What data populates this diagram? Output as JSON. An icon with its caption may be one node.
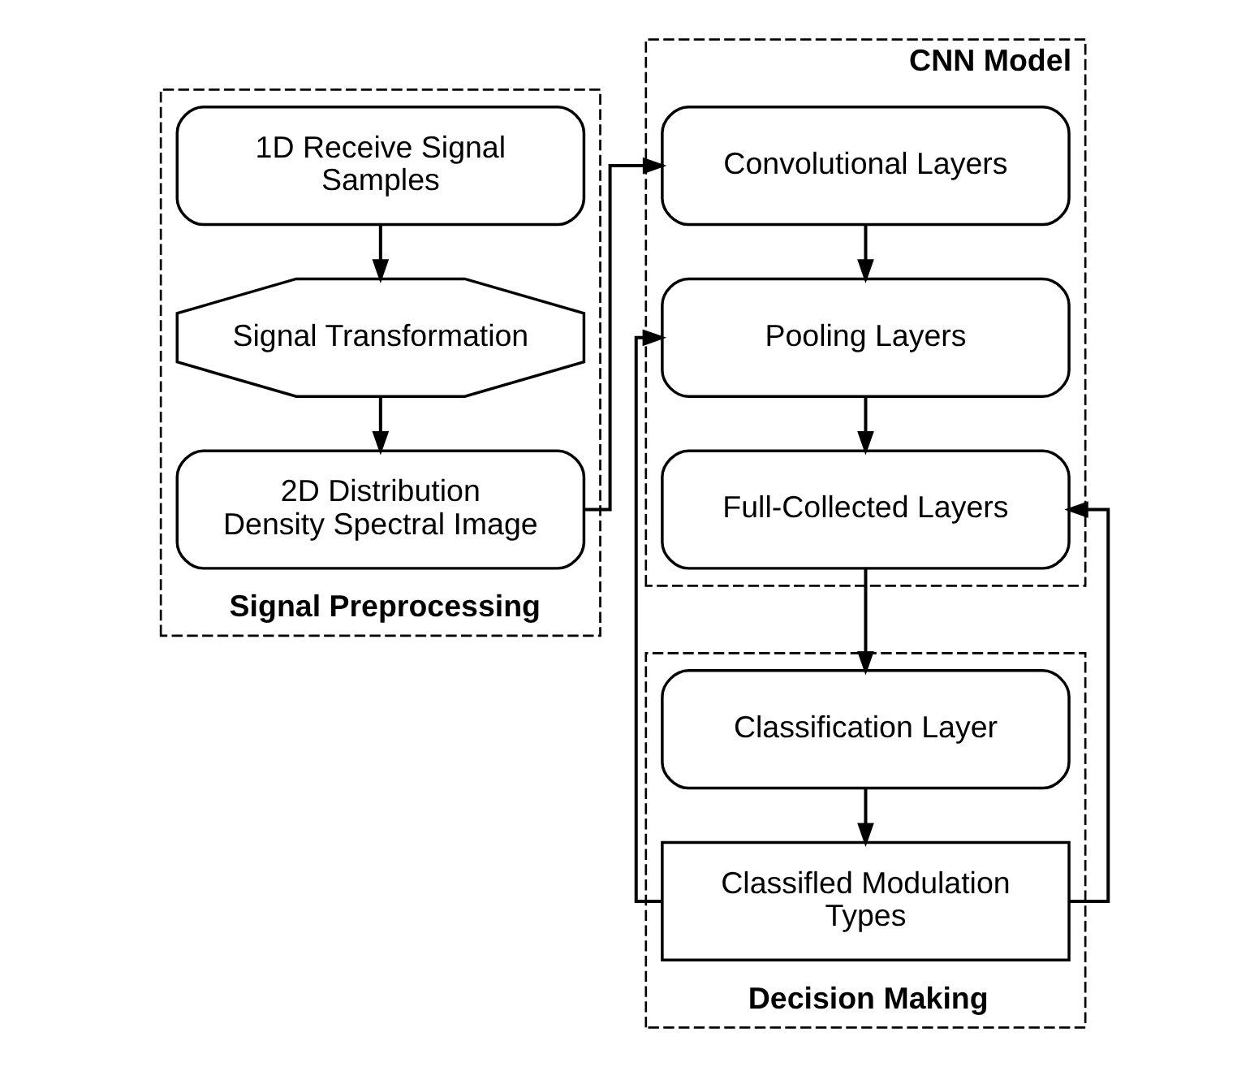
{
  "diagram": {
    "nodes": [
      {
        "text": [
          "Signal Preprocessing"
        ]
      },
      {
        "text": [
          "1D Receive Signal Samples"
        ],
        "in": 0
      },
      {
        "text": [
          "Signal Transformation"
        ],
        "in": 0
      },
      {
        "text": [
          "2D Distribution Density Spectral Image"
        ],
        "in": 0
      },
      {
        "text": [
          "CNN Model"
        ]
      },
      {
        "text": [
          "Convolutional Layers"
        ],
        "in": 4
      },
      {
        "text": [
          "Pooling Layers"
        ],
        "in": 4
      },
      {
        "text": [
          "Full-Collected Layers"
        ],
        "in": 4
      },
      {
        "text": [
          "Decision Making"
        ]
      },
      {
        "text": [
          "Classification Layer"
        ],
        "in": 8
      },
      {
        "text": [
          "Classifled Modulation Types"
        ],
        "in": 8
      }
    ],
    "edges": [
      {
        "from": 1,
        "to": 2,
        "arrow": "to"
      },
      {
        "from": 2,
        "to": 3,
        "arrow": "to"
      },
      {
        "from": 3,
        "to": 5,
        "arrow": "to"
      },
      {
        "from": 5,
        "to": 6,
        "arrow": "to"
      },
      {
        "from": 6,
        "to": 7,
        "arrow": "to"
      },
      {
        "from": 7,
        "to": 9,
        "arrow": "to"
      },
      {
        "from": 9,
        "to": 10,
        "arrow": "to"
      },
      {
        "from": 10,
        "to": 7,
        "arrow": "to"
      },
      {
        "from": 10,
        "to": 6,
        "arrow": "to"
      }
    ]
  }
}
